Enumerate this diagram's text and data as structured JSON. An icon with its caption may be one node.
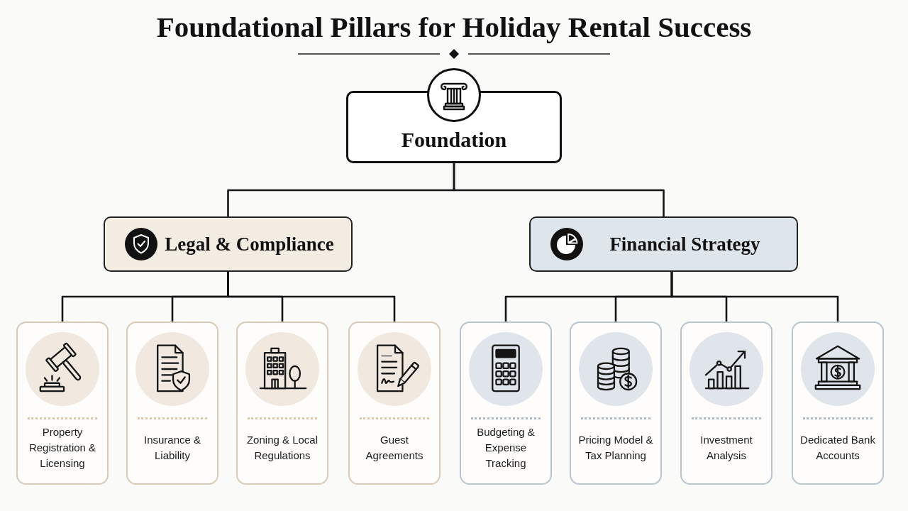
{
  "diagram": {
    "title": "Foundational Pillars for Holiday Rental Success",
    "nodes": [
      {
        "text": [
          "Foundation"
        ]
      },
      {
        "text": [
          "Legal & Compliance"
        ]
      },
      {
        "text": [
          "Financial Strategy"
        ]
      },
      {
        "text": [
          "Property Registration & Licensing"
        ]
      },
      {
        "text": [
          "Insurance & Liability"
        ]
      },
      {
        "text": [
          "Zoning & Local Regulations"
        ]
      },
      {
        "text": [
          "Guest Agreements"
        ]
      },
      {
        "text": [
          "Budgeting & Expense Tracking"
        ]
      },
      {
        "text": [
          "Pricing Model & Tax Planning"
        ]
      },
      {
        "text": [
          "Investment Analysis"
        ]
      },
      {
        "text": [
          "Dedicated Bank Accounts"
        ]
      }
    ],
    "edges": [
      {
        "from": 0,
        "to": 1,
        "arrow": "none"
      },
      {
        "from": 0,
        "to": 2,
        "arrow": "none"
      },
      {
        "from": 1,
        "to": 3,
        "arrow": "none"
      },
      {
        "from": 1,
        "to": 4,
        "arrow": "none"
      },
      {
        "from": 1,
        "to": 5,
        "arrow": "none"
      },
      {
        "from": 1,
        "to": 6,
        "arrow": "none"
      },
      {
        "from": 2,
        "to": 7,
        "arrow": "none"
      },
      {
        "from": 2,
        "to": 8,
        "arrow": "none"
      },
      {
        "from": 2,
        "to": 9,
        "arrow": "none"
      },
      {
        "from": 2,
        "to": 10,
        "arrow": "none"
      }
    ]
  }
}
